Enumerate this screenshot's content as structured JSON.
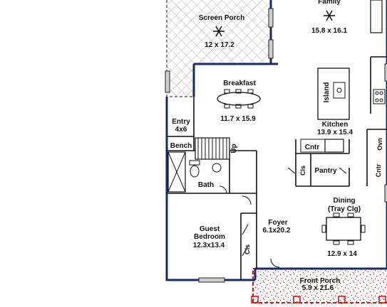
{
  "rooms": {
    "screen_porch": {
      "name": "Screen Porch",
      "dims": "12 x 17.2"
    },
    "family": {
      "name": "Family",
      "dims": "15.8 x 16.1"
    },
    "breakfast": {
      "name": "Breakfast",
      "dims": "11.7 x 15.9"
    },
    "kitchen": {
      "name": "Kitchen",
      "dims": "13.9 x 15.4"
    },
    "island": {
      "name": "Island"
    },
    "entry": {
      "name": "Entry",
      "dims": "4x6"
    },
    "bench": {
      "name": "Bench"
    },
    "up": {
      "name": "Up"
    },
    "cntr_top": {
      "name": "Cntr"
    },
    "oven": {
      "name": "Ovn"
    },
    "cntr_right": {
      "name": "Cntr"
    },
    "pantry": {
      "name": "Pantry"
    },
    "cls_pantry": {
      "name": "Cls"
    },
    "bath": {
      "name": "Bath"
    },
    "dining": {
      "name": "Dining",
      "sub": "(Tray Clg)",
      "dims": "12.9 x 14"
    },
    "foyer": {
      "name": "Foyer",
      "dims": "6.1x20.2"
    },
    "guest_bedroom": {
      "name": "Guest",
      "name2": "Bedroom",
      "dims": "12.3x13.4"
    },
    "cls_guest": {
      "name": "Cls"
    },
    "front_porch": {
      "name": "Front Porch",
      "dims": "5.9 x 21.6"
    }
  },
  "colors": {
    "outer_wall": "#1a2a66",
    "porch_speckle": "#cc1a1a",
    "screen_hatch": "#9a9a9a",
    "text": "#111111"
  }
}
